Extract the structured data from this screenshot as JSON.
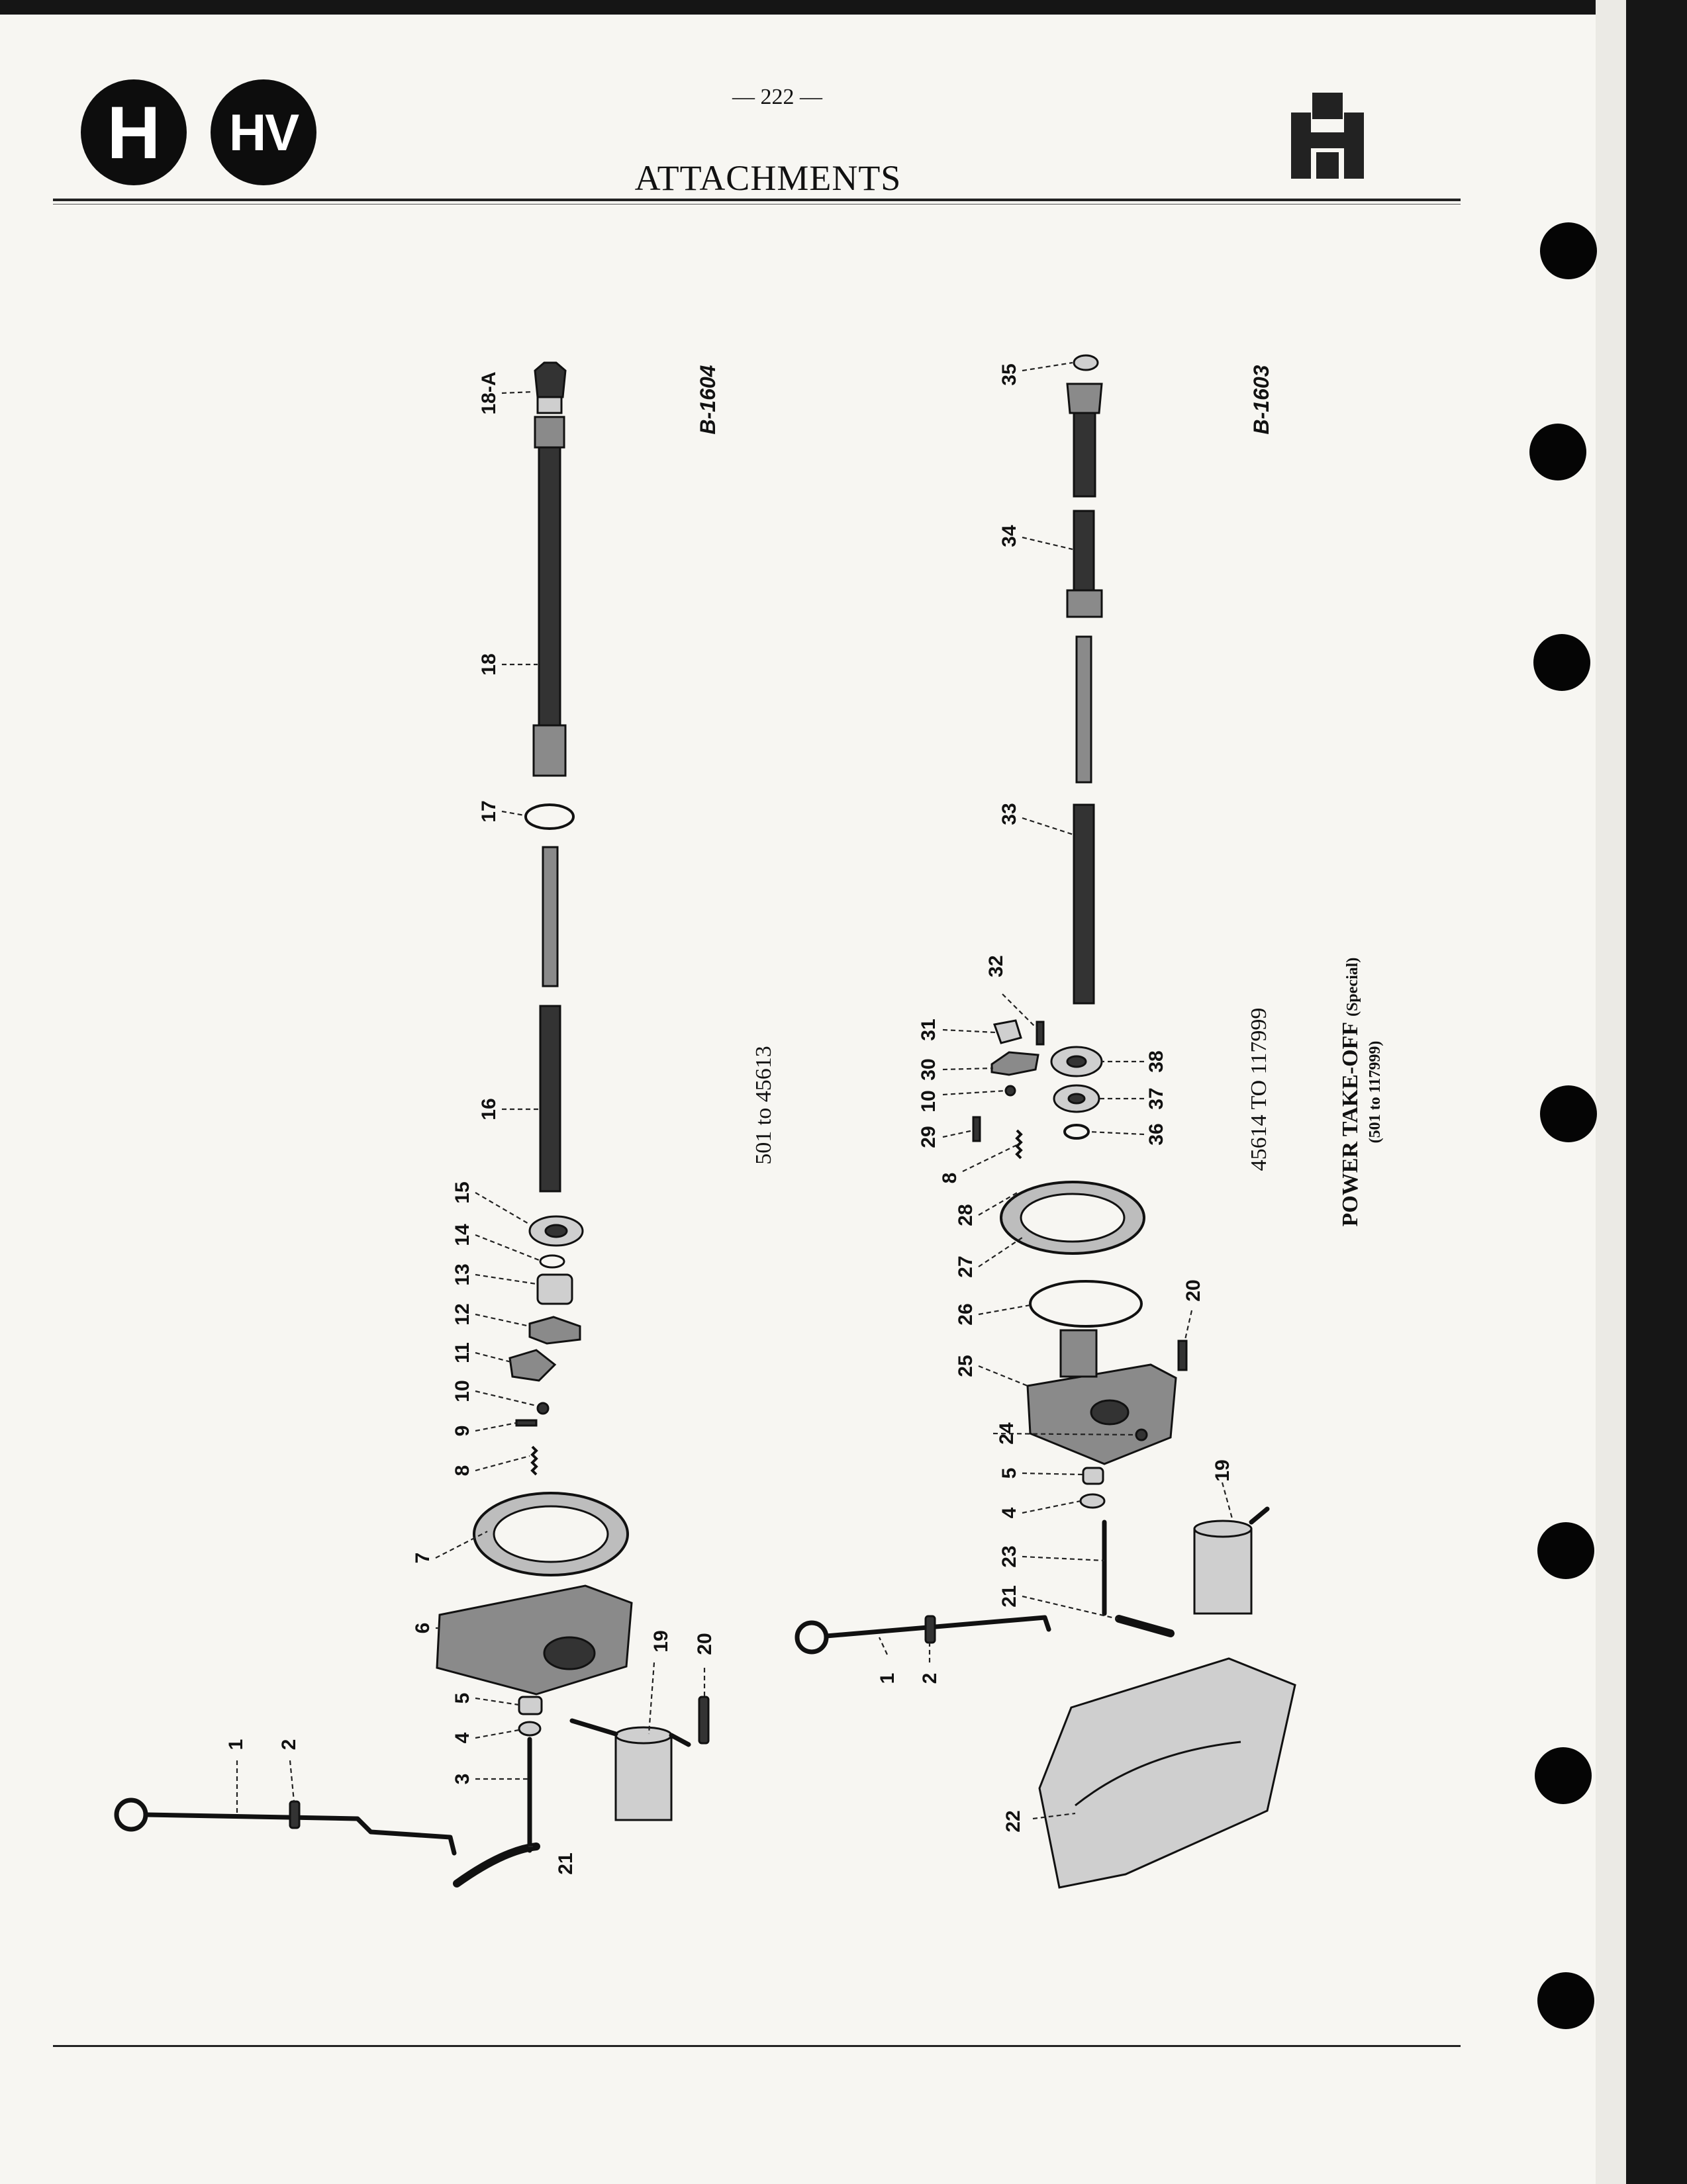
{
  "header": {
    "badge_h": "H",
    "badge_hv": "HV",
    "page_number": "— 222 —",
    "section_title": "ATTACHMENTS"
  },
  "figure_left": {
    "code": "B-1604",
    "serial_range": "501 to 45613",
    "callouts": [
      "18-A",
      "18",
      "17",
      "16",
      "15",
      "14",
      "13",
      "12",
      "11",
      "10",
      "9",
      "8",
      "7",
      "6",
      "5",
      "4",
      "3",
      "1",
      "2",
      "19",
      "20",
      "21"
    ]
  },
  "figure_right": {
    "code": "B-1603",
    "serial_range": "45614 TO 117999",
    "callouts": [
      "35",
      "34",
      "33",
      "32",
      "31",
      "30",
      "10",
      "29",
      "8",
      "38",
      "37",
      "36",
      "28",
      "27",
      "26",
      "20",
      "25",
      "24",
      "5",
      "4",
      "23",
      "21",
      "19",
      "1",
      "2",
      "22"
    ]
  },
  "caption": {
    "title": "POWER TAKE-OFF",
    "title_suffix": "(Special)",
    "subtitle": "(501 to 117999)"
  },
  "colors": {
    "paper": "#f7f6f2",
    "ink": "#111111",
    "scan_edge": "#161616"
  },
  "icons": [
    "ih-logo-icon"
  ]
}
